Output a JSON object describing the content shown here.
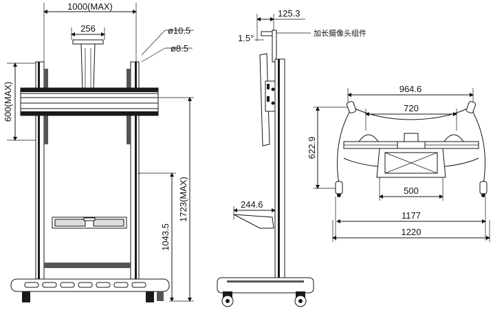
{
  "front_view": {
    "width_max": "1000(MAX)",
    "camera_mount_width": "256",
    "hole_large": "ø10.5",
    "hole_small": "ø8.5",
    "bracket_height_max": "600(MAX)",
    "total_height_max": "1723(MAX)",
    "shelf_height": "1043.5"
  },
  "side_view": {
    "camera_offset": "125.3",
    "tilt_angle": "1.5°",
    "camera_extension_note": "加长摄像头组件",
    "shelf_depth": "244.6"
  },
  "top_view": {
    "base_arc_width": "964.6",
    "vesa_width": "720",
    "depth": "622.9",
    "shelf_width": "500",
    "inner_width": "1177",
    "outer_width": "1220"
  }
}
